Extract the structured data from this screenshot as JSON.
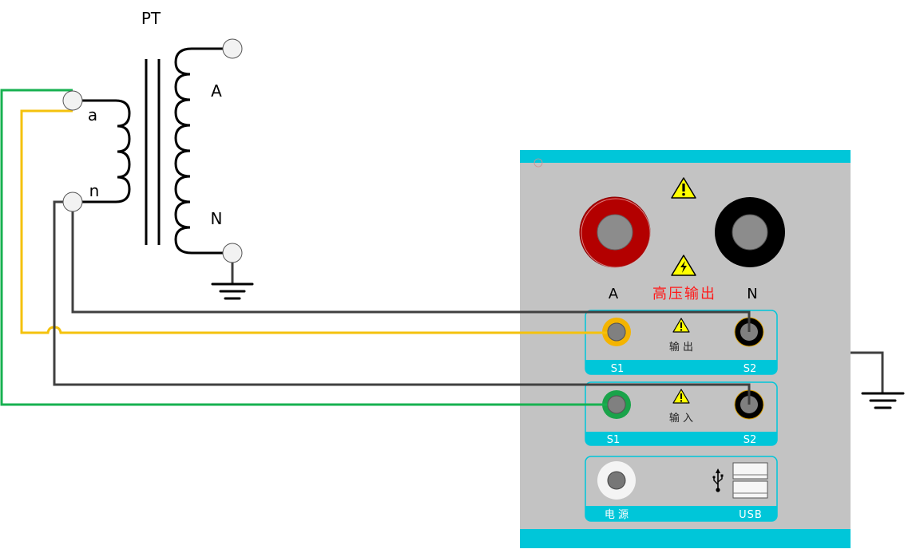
{
  "transformer": {
    "title": "PT",
    "primary_top_label": "A",
    "primary_bottom_label": "N",
    "secondary_top_label": "a",
    "secondary_bottom_label": "n"
  },
  "device": {
    "hv_output": {
      "terminal_a_label": "A",
      "terminal_n_label": "N",
      "caption": "高压输出",
      "caption_color": "#ff0000",
      "terminal_a_color": "#c00000",
      "terminal_n_color": "#000000"
    },
    "output_panel": {
      "caption": "输 出",
      "s1_label": "S1",
      "s2_label": "S2",
      "s1_color": "#f4b400"
    },
    "input_panel": {
      "caption": "输 入",
      "s1_label": "S1",
      "s2_label": "S2",
      "s1_color": "#1aa34a"
    },
    "power_panel": {
      "power_label": "电 源",
      "usb_label": "USB"
    },
    "accent_color": "#00c6d9",
    "body_color": "#c3c3c3"
  },
  "wires": {
    "green": "#17b150",
    "yellow": "#f4c20d",
    "dark": "#404040"
  },
  "icons": {
    "warning": "warning-triangle-icon",
    "high_voltage": "high-voltage-icon",
    "usb": "usb-icon",
    "ground": "ground-icon"
  }
}
